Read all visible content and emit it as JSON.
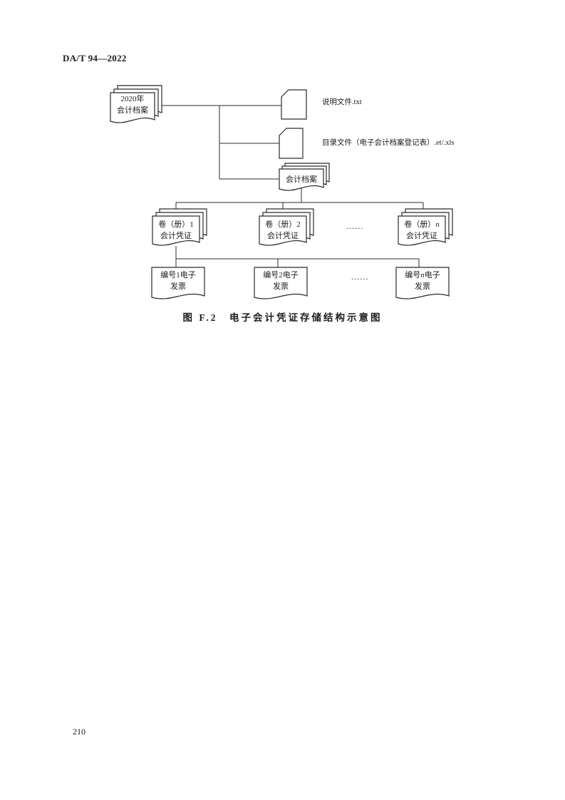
{
  "header": {
    "standard_code": "DA/T 94—2022"
  },
  "figure": {
    "caption": "图 F.2　电子会计凭证存储结构示意图"
  },
  "footer": {
    "page_number": "210"
  },
  "diagram": {
    "root_stack": {
      "line1": "2020年",
      "line2": "会计档案"
    },
    "file_txt": {
      "label": "说明文件.txt"
    },
    "file_catalog": {
      "label": "目录文件（电子会计档案登记表）.et/.xls"
    },
    "archive_stack": {
      "label": "会计档案"
    },
    "volume_stacks": [
      {
        "line1": "卷（册）1",
        "line2": "会计凭证"
      },
      {
        "line1": "卷（册）2",
        "line2": "会计凭证"
      },
      {
        "line1_prefix": "卷（册）",
        "line1_var": "n",
        "line2": "会计凭证"
      }
    ],
    "volume_ellipsis": "……",
    "invoice_docs": [
      {
        "line1": "编号1电子",
        "line2": "发票"
      },
      {
        "line1": "编号2电子",
        "line2": "发票"
      },
      {
        "line1_prefix": "编号",
        "line1_var": "n",
        "line1_suffix": "电子",
        "line2": "发票"
      }
    ],
    "invoice_ellipsis": "……"
  }
}
